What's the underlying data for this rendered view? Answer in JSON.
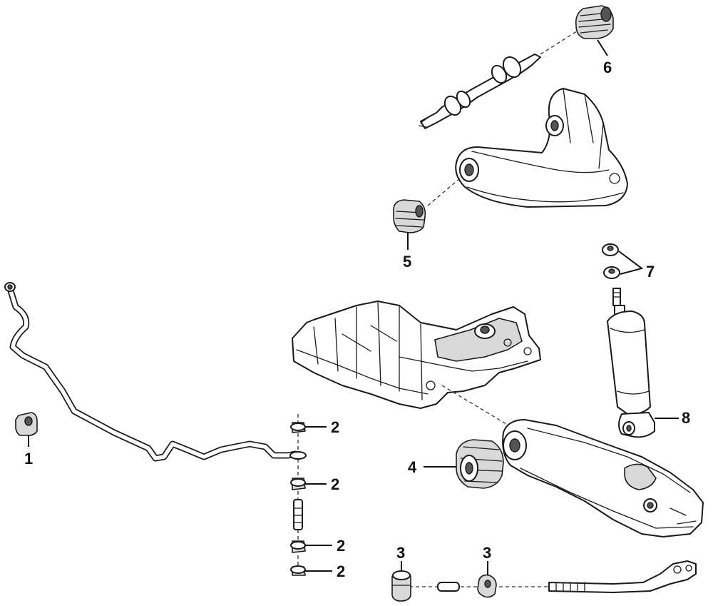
{
  "callouts": {
    "c1": "1",
    "c2a": "2",
    "c2b": "2",
    "c2c": "2",
    "c2d": "2",
    "c3a": "3",
    "c3b": "3",
    "c4": "4",
    "c5": "5",
    "c6": "6",
    "c7": "7",
    "c8": "8"
  }
}
